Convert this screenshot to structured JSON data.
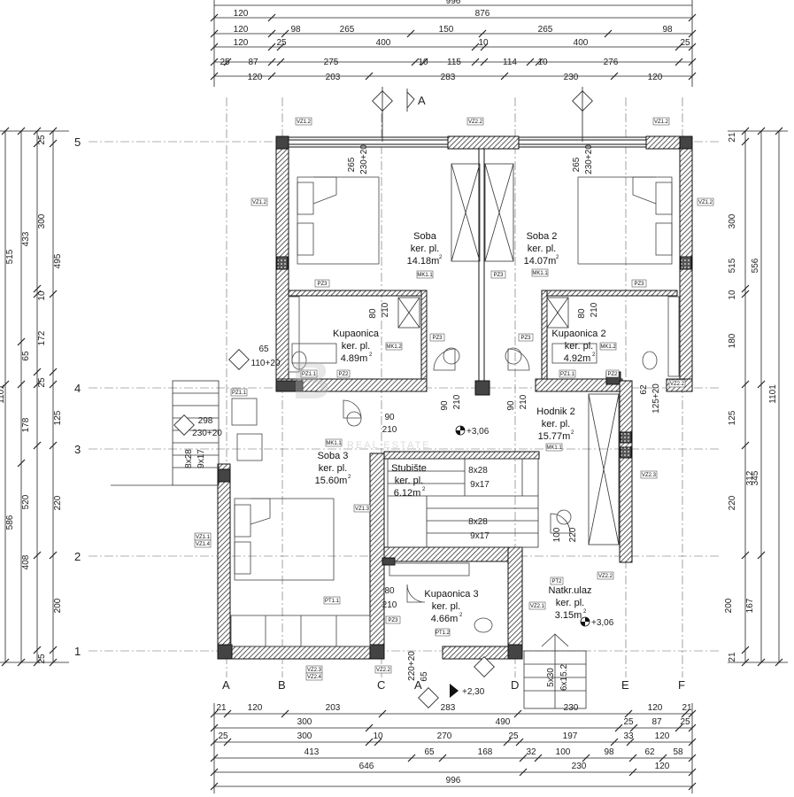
{
  "plan": {
    "top_dims": {
      "row1": [
        "996"
      ],
      "row2": [
        "120",
        "876"
      ],
      "row3": [
        "120",
        "98",
        "265",
        "150",
        "265",
        "98"
      ],
      "row4": [
        "120",
        "25",
        "400",
        "10",
        "400",
        "25"
      ],
      "row5": [
        "25",
        "87",
        "275",
        "10",
        "115",
        "114",
        "10",
        "276"
      ],
      "row6": [
        "120",
        "203",
        "283",
        "230",
        "120"
      ]
    },
    "bottom_dims": {
      "row1": [
        "21",
        "120",
        "203",
        "283",
        "230",
        "120",
        "21"
      ],
      "row2": [
        "300",
        "490",
        "25",
        "87",
        "25"
      ],
      "row3": [
        "25",
        "300",
        "10",
        "270",
        "25",
        "197",
        "33",
        "120"
      ],
      "row4": [
        "413",
        "65",
        "168",
        "32",
        "100",
        "98",
        "62",
        "58"
      ],
      "row5": [
        "646",
        "230",
        "120"
      ],
      "row6": [
        "996"
      ]
    },
    "left_dims": {
      "outer": [
        "515",
        "1101",
        "586"
      ],
      "mid": [
        "433",
        "65",
        "178",
        "520",
        "408"
      ],
      "inner": [
        "25",
        "300",
        "495",
        "10",
        "172",
        "25",
        "125",
        "220",
        "200",
        "25"
      ]
    },
    "right_dims": {
      "inner": [
        "21",
        "300",
        "10",
        "180",
        "125",
        "312",
        "220",
        "167",
        "21"
      ],
      "mid": [
        "515",
        "556",
        "345",
        "200"
      ],
      "outer": [
        "1101"
      ]
    },
    "axes_vertical": [
      "A",
      "B",
      "C",
      "D",
      "E",
      "F"
    ],
    "axes_horizontal": [
      "5",
      "4",
      "3",
      "2",
      "1"
    ],
    "section_marker": "A",
    "rooms": {
      "soba": {
        "name": "Soba",
        "floor": "ker. pl.",
        "area": "14.18m"
      },
      "soba2": {
        "name": "Soba 2",
        "floor": "ker. pl.",
        "area": "14.07m"
      },
      "kupaonica": {
        "name": "Kupaonica",
        "floor": "ker. pl.",
        "area": "4.89m"
      },
      "kupaonica2": {
        "name": "Kupaonica 2",
        "floor": "ker. pl.",
        "area": "4.92m"
      },
      "hodnik2": {
        "name": "Hodnik 2",
        "floor": "ker. pl.",
        "area": "15.77m"
      },
      "soba3": {
        "name": "Soba 3",
        "floor": "ker. pl.",
        "area": "15.60m"
      },
      "stubiste": {
        "name": "Stubište",
        "floor": "ker. pl.",
        "area": "6.12m"
      },
      "kupaonica3": {
        "name": "Kupaonica 3",
        "floor": "ker. pl.",
        "area": "4.66m"
      },
      "natkr_ulaz": {
        "name": "Natkr.ulaz",
        "floor": "ker. pl.",
        "area": "3.15m"
      }
    },
    "area_unit_sup": "2",
    "door_labels": {
      "d265_1": "265",
      "d230_1": "230+20",
      "d265_2": "265",
      "d230_2": "230+20",
      "d80a": "80",
      "d210a": "210",
      "d80b": "80",
      "d210b": "210",
      "d65a": "65",
      "d110": "110+20",
      "d90a": "90",
      "d210c": "210",
      "d90b": "90",
      "d210d": "210",
      "d90c": "90",
      "d210e": "210",
      "d62": "62",
      "d125": "125+20",
      "d298": "298",
      "d230c": "230+20",
      "d828a": "8x28",
      "d917a": "9x17",
      "d828b": "8x28",
      "d917b": "9x17",
      "d828c": "8x28",
      "d917c": "9x17",
      "d100": "100",
      "d220": "220",
      "d80c": "80",
      "d210f": "210",
      "d65b": "65",
      "d220b": "220+20",
      "d530": "5x30",
      "d6152": "6x15.2"
    },
    "levels": [
      "+3,06",
      "+3,06",
      "+2,30"
    ],
    "tags": [
      "VZ1.2",
      "VZ2.2",
      "VZ1.2",
      "VZ1.2",
      "VZ1.2",
      "MK1.1",
      "MK1.1",
      "PZ3",
      "PZ3",
      "PZ3",
      "PZ3",
      "PZ3",
      "PZ1.1",
      "PZ1.1",
      "PZ2",
      "PZ2",
      "VZ2.2",
      "MK1.2",
      "MK1.2",
      "MK1.1",
      "MK1.1",
      "PZ1.1",
      "VZ1.3",
      "VZ1.1",
      "VZ1.4",
      "PT1.1",
      "PZ3",
      "VZ2.3",
      "VZ2.4",
      "VZ2.2",
      "PT1.2",
      "PT2",
      "VZ2.1",
      "VZ2.2",
      "VZ2.3"
    ],
    "watermark": "B",
    "watermark_sub": "REAL ESTATE"
  }
}
